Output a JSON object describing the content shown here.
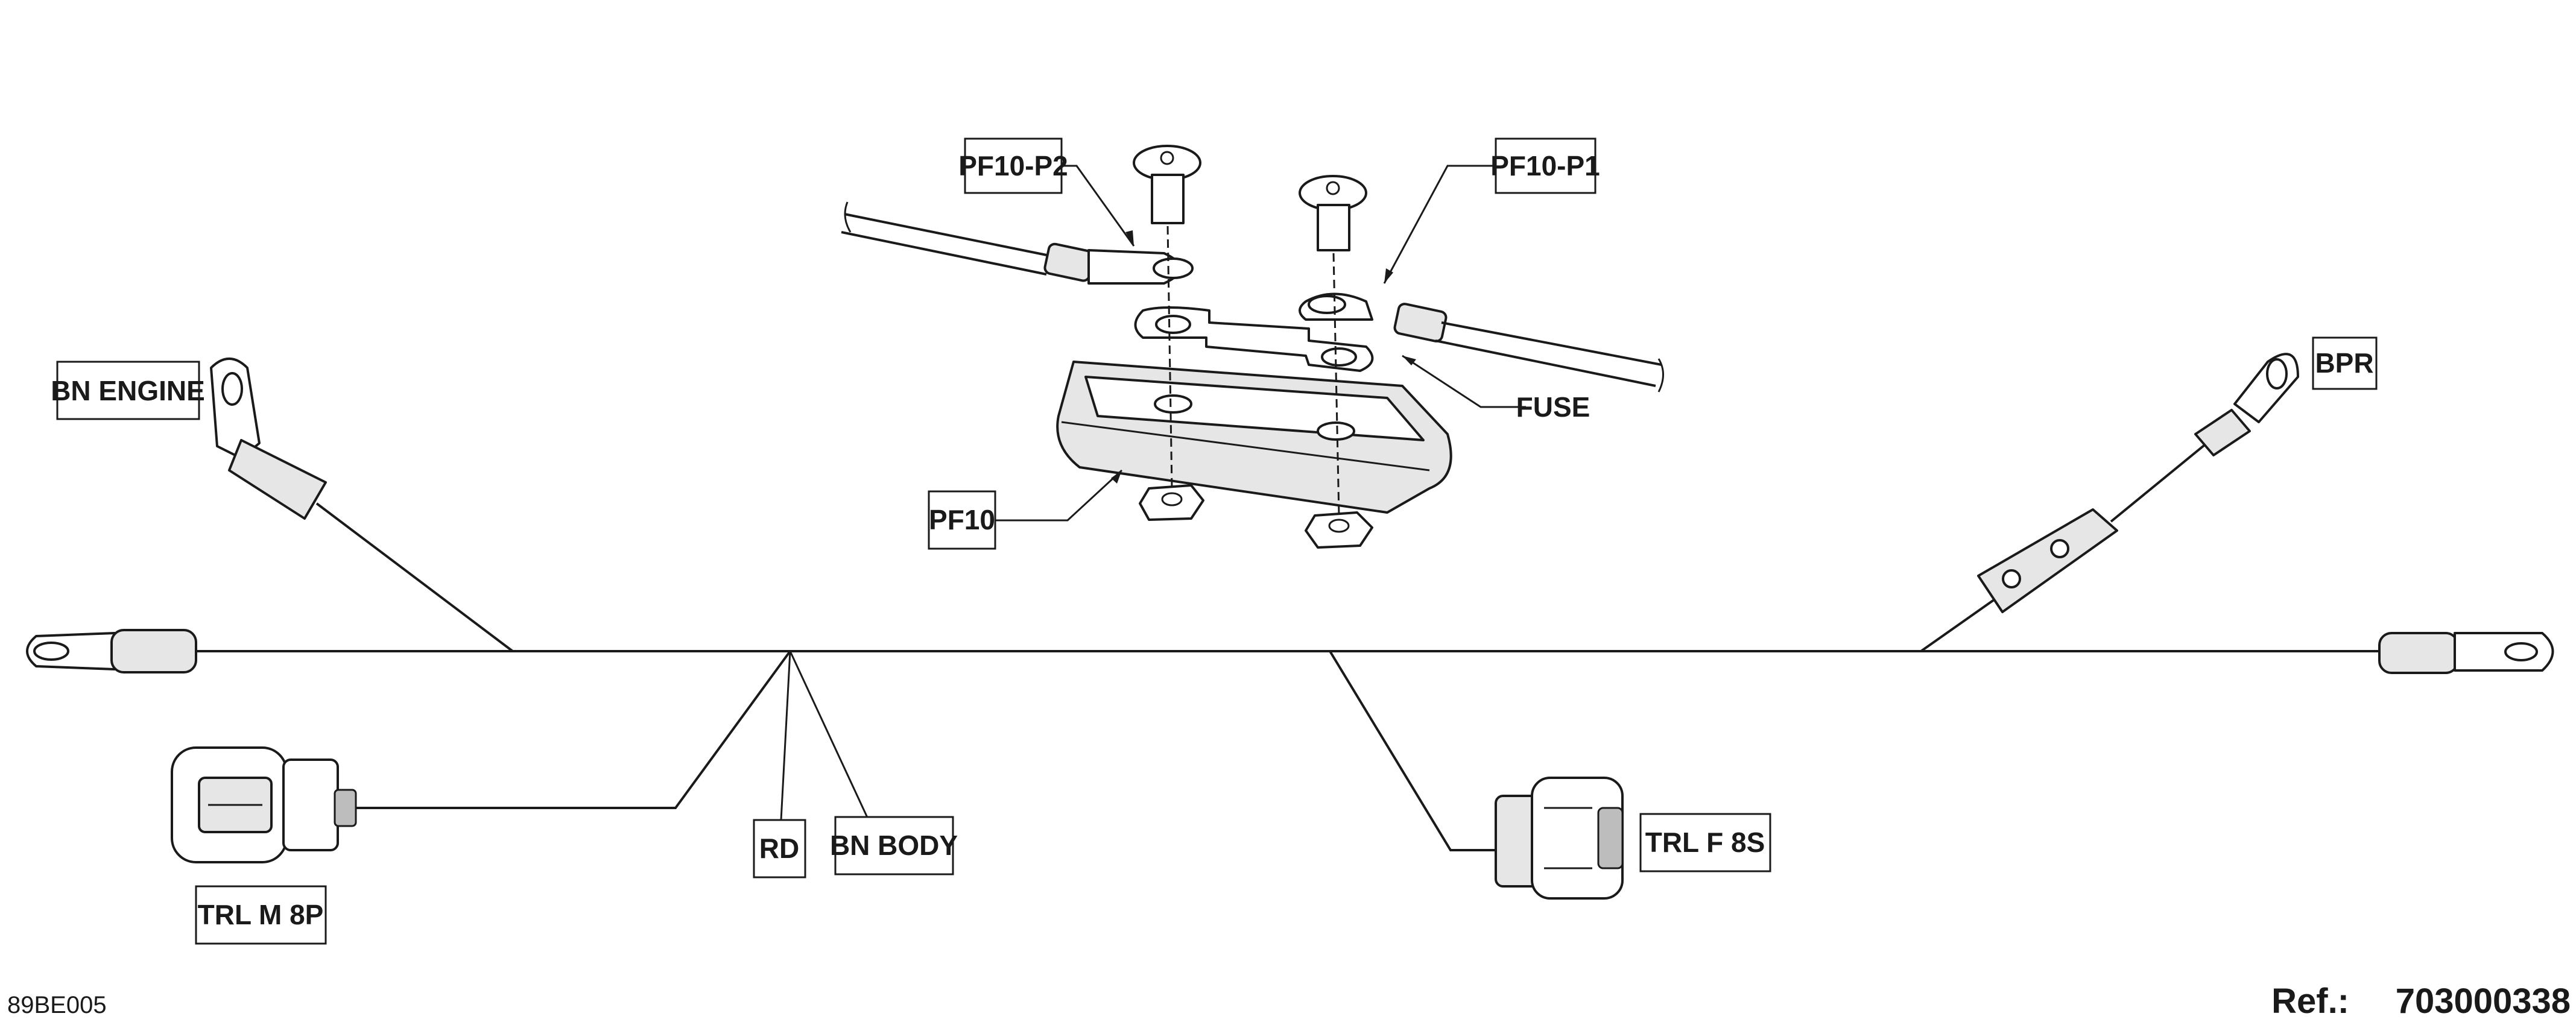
{
  "labels": {
    "pf10_p2": "PF10-P2",
    "pf10_p1": "PF10-P1",
    "bn_engine": "BN  ENGINE",
    "fuse": "FUSE",
    "pf10": "PF10",
    "bpr": "BPR",
    "rd": "RD",
    "bn_body": "BN  BODY",
    "trl_f_8s": "TRL  F  8S",
    "trl_m_8p": "TRL  M  8P"
  },
  "footer": {
    "drawing_code": "89BE005",
    "ref_label": "Ref.:  ",
    "ref_number": "703000338"
  }
}
